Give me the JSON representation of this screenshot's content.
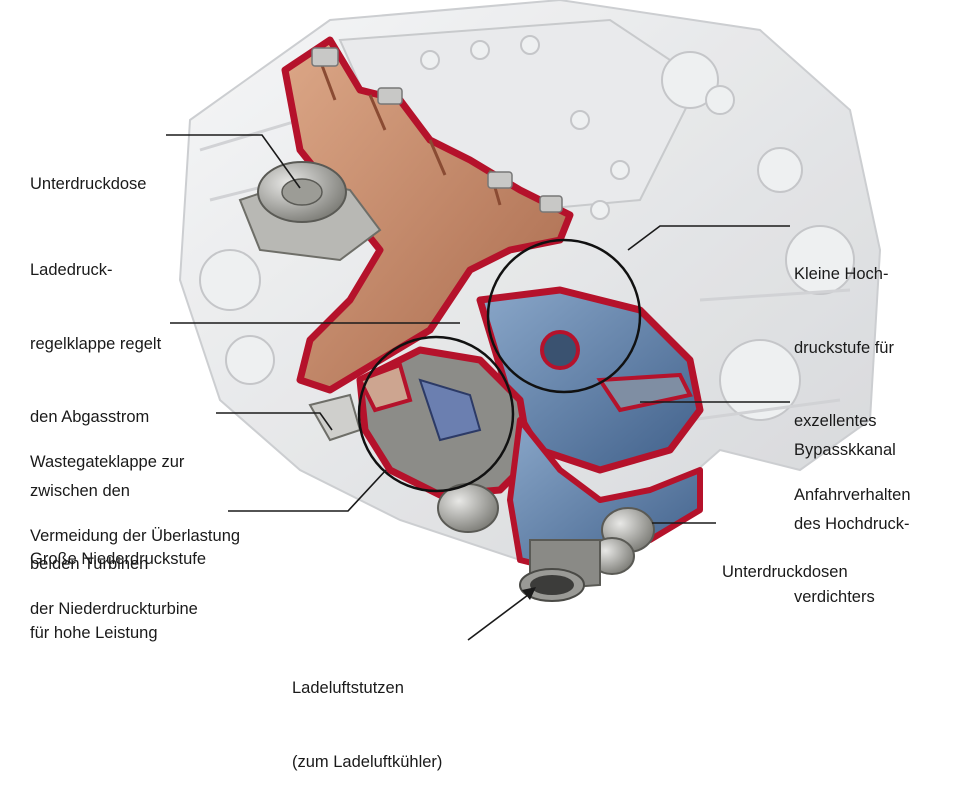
{
  "labels": {
    "unterdruckdose": [
      "Unterdruckdose"
    ],
    "ladedruck": [
      "Ladedruck-",
      "regelklappe regelt",
      "den Abgasstrom",
      "zwischen den",
      "beiden Turbinen"
    ],
    "wastegate": [
      "Wastegateklappe zur",
      "Vermeidung der Überlastung",
      "der Niederdruckturbine"
    ],
    "niederdruck": [
      "Große Niederdruckstufe",
      "für hohe Leistung"
    ],
    "ladeluft": [
      "Ladeluftstutzen",
      "(zum Ladeluftkühler)"
    ],
    "hochdruck": [
      "Kleine Hoch-",
      "druckstufe für",
      "exzellentes",
      "Anfahrverhalten"
    ],
    "bypass": [
      "Bypasskkanal",
      "des Hochdruck-",
      "verdichters"
    ],
    "unterdruckdosen": [
      "Unterdruckdosen"
    ]
  },
  "colors": {
    "cutaway_red": "#b5122b",
    "exhaust_copper": "#c98c6a",
    "intake_blue": "#5f7fa8",
    "engine_grey": "#d9dadc",
    "leader_line": "#1a1a1a"
  },
  "illustration": "twin-turbocharger-cutaway-engine"
}
